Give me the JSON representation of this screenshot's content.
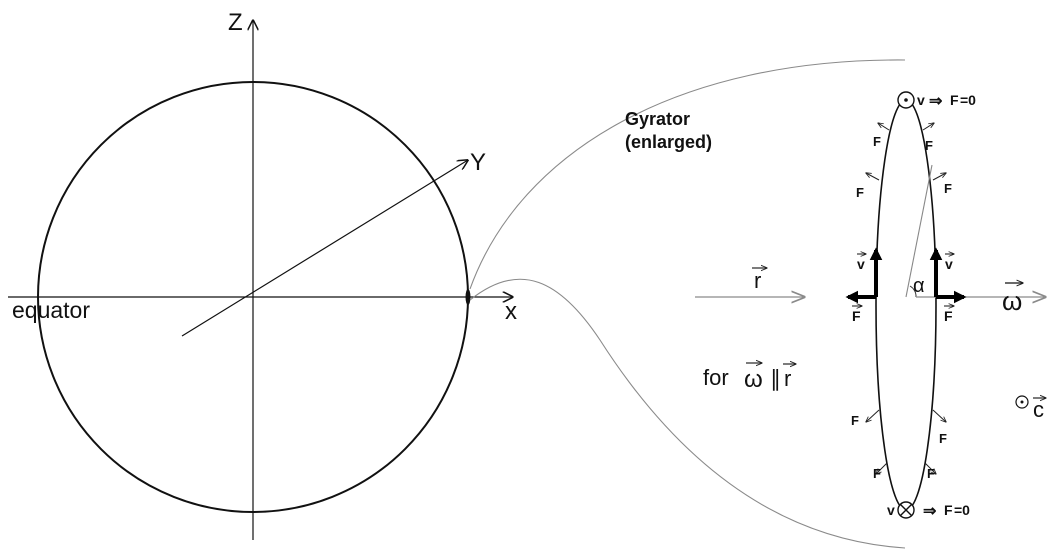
{
  "labels": {
    "axis_z": "Z",
    "axis_y": "Y",
    "axis_x": "x",
    "equator": "equator",
    "gyrator_line1": "Gyrator",
    "gyrator_line2": "(enlarged)",
    "r_vec": "r",
    "omega_vec": "ω",
    "for_text": "for",
    "parallel": "∥",
    "alpha": "α",
    "v": "v",
    "F": "F",
    "arrow_implies": "⇒",
    "equals_zero": "=0",
    "c": "c"
  },
  "colors": {
    "ink": "#111111",
    "grey": "#9a9a9a"
  },
  "icons": [
    "circle-dot-icon",
    "circle-cross-icon"
  ]
}
